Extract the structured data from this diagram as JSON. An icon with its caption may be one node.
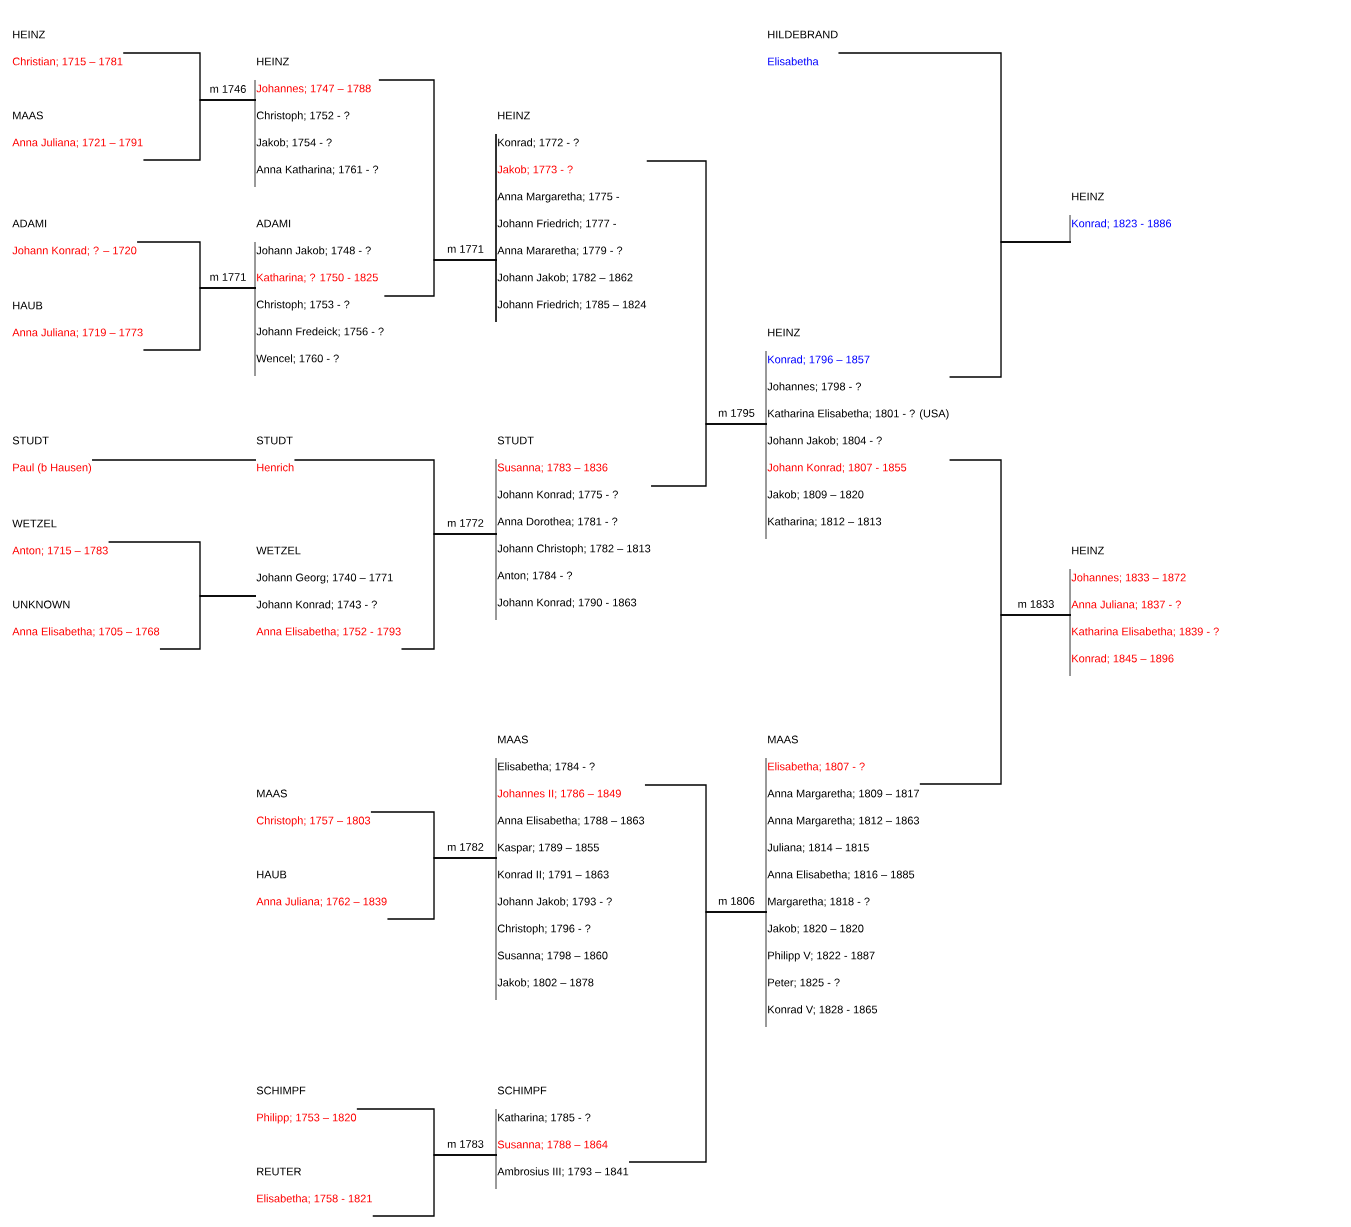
{
  "diagram": {
    "nodes": [
      {
        "text": [
          "HEINZ",
          "Christian; 1715 – 1781"
        ]
      },
      {
        "text": [
          "MAAS",
          "Anna Juliana; 1721 – 1791"
        ]
      },
      {
        "text": [
          "ADAMI",
          "Johann Konrad; ? – 1720"
        ]
      },
      {
        "text": [
          "HAUB",
          "Anna Juliana; 1719 – 1773"
        ]
      },
      {
        "text": [
          "STUDT",
          "Paul (b Hausen)"
        ]
      },
      {
        "text": [
          "WETZEL",
          "Anton; 1715 – 1783"
        ]
      },
      {
        "text": [
          "UNKNOWN",
          "Anna Elisabetha; 1705 – 1768"
        ]
      },
      {
        "text": [
          "HEINZ",
          "Johannes; 1747 – 1788",
          "Christoph; 1752 - ?",
          "Jakob; 1754 - ?",
          "Anna Katharina; 1761 - ?"
        ]
      },
      {
        "text": [
          "ADAMI",
          "Johann Jakob; 1748 - ?",
          "Katharina; ? 1750 - 1825",
          "Christoph; 1753 - ?",
          "Johann Fredeick; 1756 - ?",
          "Wencel; 1760 - ?"
        ]
      },
      {
        "text": [
          "STUDT",
          "Henrich"
        ]
      },
      {
        "text": [
          "WETZEL",
          "Johann Georg; 1740 – 1771",
          "Johann Konrad; 1743 - ?",
          "Anna Elisabetha; 1752 - 1793"
        ]
      },
      {
        "text": [
          "MAAS",
          "Christoph; 1757 – 1803"
        ]
      },
      {
        "text": [
          "HAUB",
          "Anna Juliana; 1762 – 1839"
        ]
      },
      {
        "text": [
          "SCHIMPF",
          "Philipp; 1753 – 1820"
        ]
      },
      {
        "text": [
          "REUTER",
          "Elisabetha; 1758 - 1821"
        ]
      },
      {
        "text": [
          "HEINZ",
          "Konrad; 1772 - ?",
          "Jakob; 1773 - ?",
          "Anna Margaretha; 1775 -",
          "Johann Friedrich; 1777 -",
          "Anna Mararetha; 1779 - ?",
          "Johann Jakob; 1782 – 1862",
          "Johann Friedrich; 1785 – 1824"
        ]
      },
      {
        "text": [
          "STUDT",
          "Susanna; 1783 – 1836",
          "Johann Konrad; 1775 - ?",
          "Anna Dorothea; 1781 - ?",
          "Johann Christoph; 1782 – 1813",
          "Anton; 1784 - ?",
          "Johann Konrad; 1790 - 1863"
        ]
      },
      {
        "text": [
          "MAAS",
          "Elisabetha; 1784 - ?",
          "Johannes II; 1786 – 1849",
          "Anna Elisabetha; 1788 – 1863",
          "Kaspar; 1789 – 1855",
          "Konrad II; 1791 – 1863",
          "Johann Jakob; 1793 - ?",
          "Christoph; 1796 - ?",
          "Susanna; 1798 – 1860",
          "Jakob; 1802 – 1878"
        ]
      },
      {
        "text": [
          "SCHIMPF",
          "Katharina; 1785 - ?",
          "Susanna; 1788 – 1864",
          "Ambrosius III; 1793 – 1841"
        ]
      },
      {
        "text": [
          "HILDEBRAND",
          "Elisabetha"
        ]
      },
      {
        "text": [
          "HEINZ",
          "Konrad; 1796 – 1857",
          "Johannes; 1798 - ?",
          "Katharina Elisabetha; 1801 - ? (USA)",
          "Johann Jakob; 1804 - ?",
          "Johann Konrad; 1807 - 1855",
          "Jakob; 1809 – 1820",
          "Katharina; 1812 – 1813"
        ]
      },
      {
        "text": [
          "MAAS",
          "Elisabetha; 1807 - ?",
          "Anna Margaretha; 1809 – 1817",
          "Anna Margaretha; 1812 – 1863",
          "Juliana; 1814 – 1815",
          "Anna Elisabetha; 1816 – 1885",
          "Margaretha; 1818 - ?",
          "Jakob; 1820 – 1820",
          "Philipp V; 1822 - 1887",
          "Peter; 1825 - ?",
          "Konrad V; 1828 - 1865"
        ]
      },
      {
        "text": [
          "HEINZ",
          "Konrad; 1823 - 1886"
        ]
      },
      {
        "text": [
          "HEINZ",
          "Johannes; 1833 – 1872",
          "Anna Juliana; 1837 - ?",
          "Katharina Elisabetha; 1839 - ?",
          "Konrad; 1845 – 1896"
        ]
      }
    ],
    "edges": [
      {
        "from": 0,
        "to": 7,
        "arrow": "none",
        "label": "m 1746"
      },
      {
        "from": 1,
        "to": 7,
        "arrow": "none"
      },
      {
        "from": 2,
        "to": 8,
        "arrow": "none",
        "label": "m 1771"
      },
      {
        "from": 3,
        "to": 8,
        "arrow": "none"
      },
      {
        "from": 4,
        "to": 9,
        "arrow": "none"
      },
      {
        "from": 5,
        "to": 10,
        "arrow": "none"
      },
      {
        "from": 6,
        "to": 10,
        "arrow": "none"
      },
      {
        "from": 7,
        "to": 15,
        "arrow": "none",
        "label": "m 1771"
      },
      {
        "from": 8,
        "to": 15,
        "arrow": "none"
      },
      {
        "from": 9,
        "to": 16,
        "arrow": "none",
        "label": "m 1772"
      },
      {
        "from": 10,
        "to": 16,
        "arrow": "none"
      },
      {
        "from": 11,
        "to": 17,
        "arrow": "none",
        "label": "m 1782"
      },
      {
        "from": 12,
        "to": 17,
        "arrow": "none"
      },
      {
        "from": 13,
        "to": 18,
        "arrow": "none",
        "label": "m 1783"
      },
      {
        "from": 14,
        "to": 18,
        "arrow": "none"
      },
      {
        "from": 15,
        "to": 20,
        "arrow": "none",
        "label": "m 1795"
      },
      {
        "from": 16,
        "to": 20,
        "arrow": "none"
      },
      {
        "from": 17,
        "to": 21,
        "arrow": "none",
        "label": "m 1806"
      },
      {
        "from": 18,
        "to": 21,
        "arrow": "none"
      },
      {
        "from": 19,
        "to": 22,
        "arrow": "none"
      },
      {
        "from": 20,
        "to": 22,
        "arrow": "none"
      },
      {
        "from": 20,
        "to": 23,
        "arrow": "none",
        "label": "m 1833"
      },
      {
        "from": 21,
        "to": 23,
        "arrow": "none"
      }
    ]
  }
}
